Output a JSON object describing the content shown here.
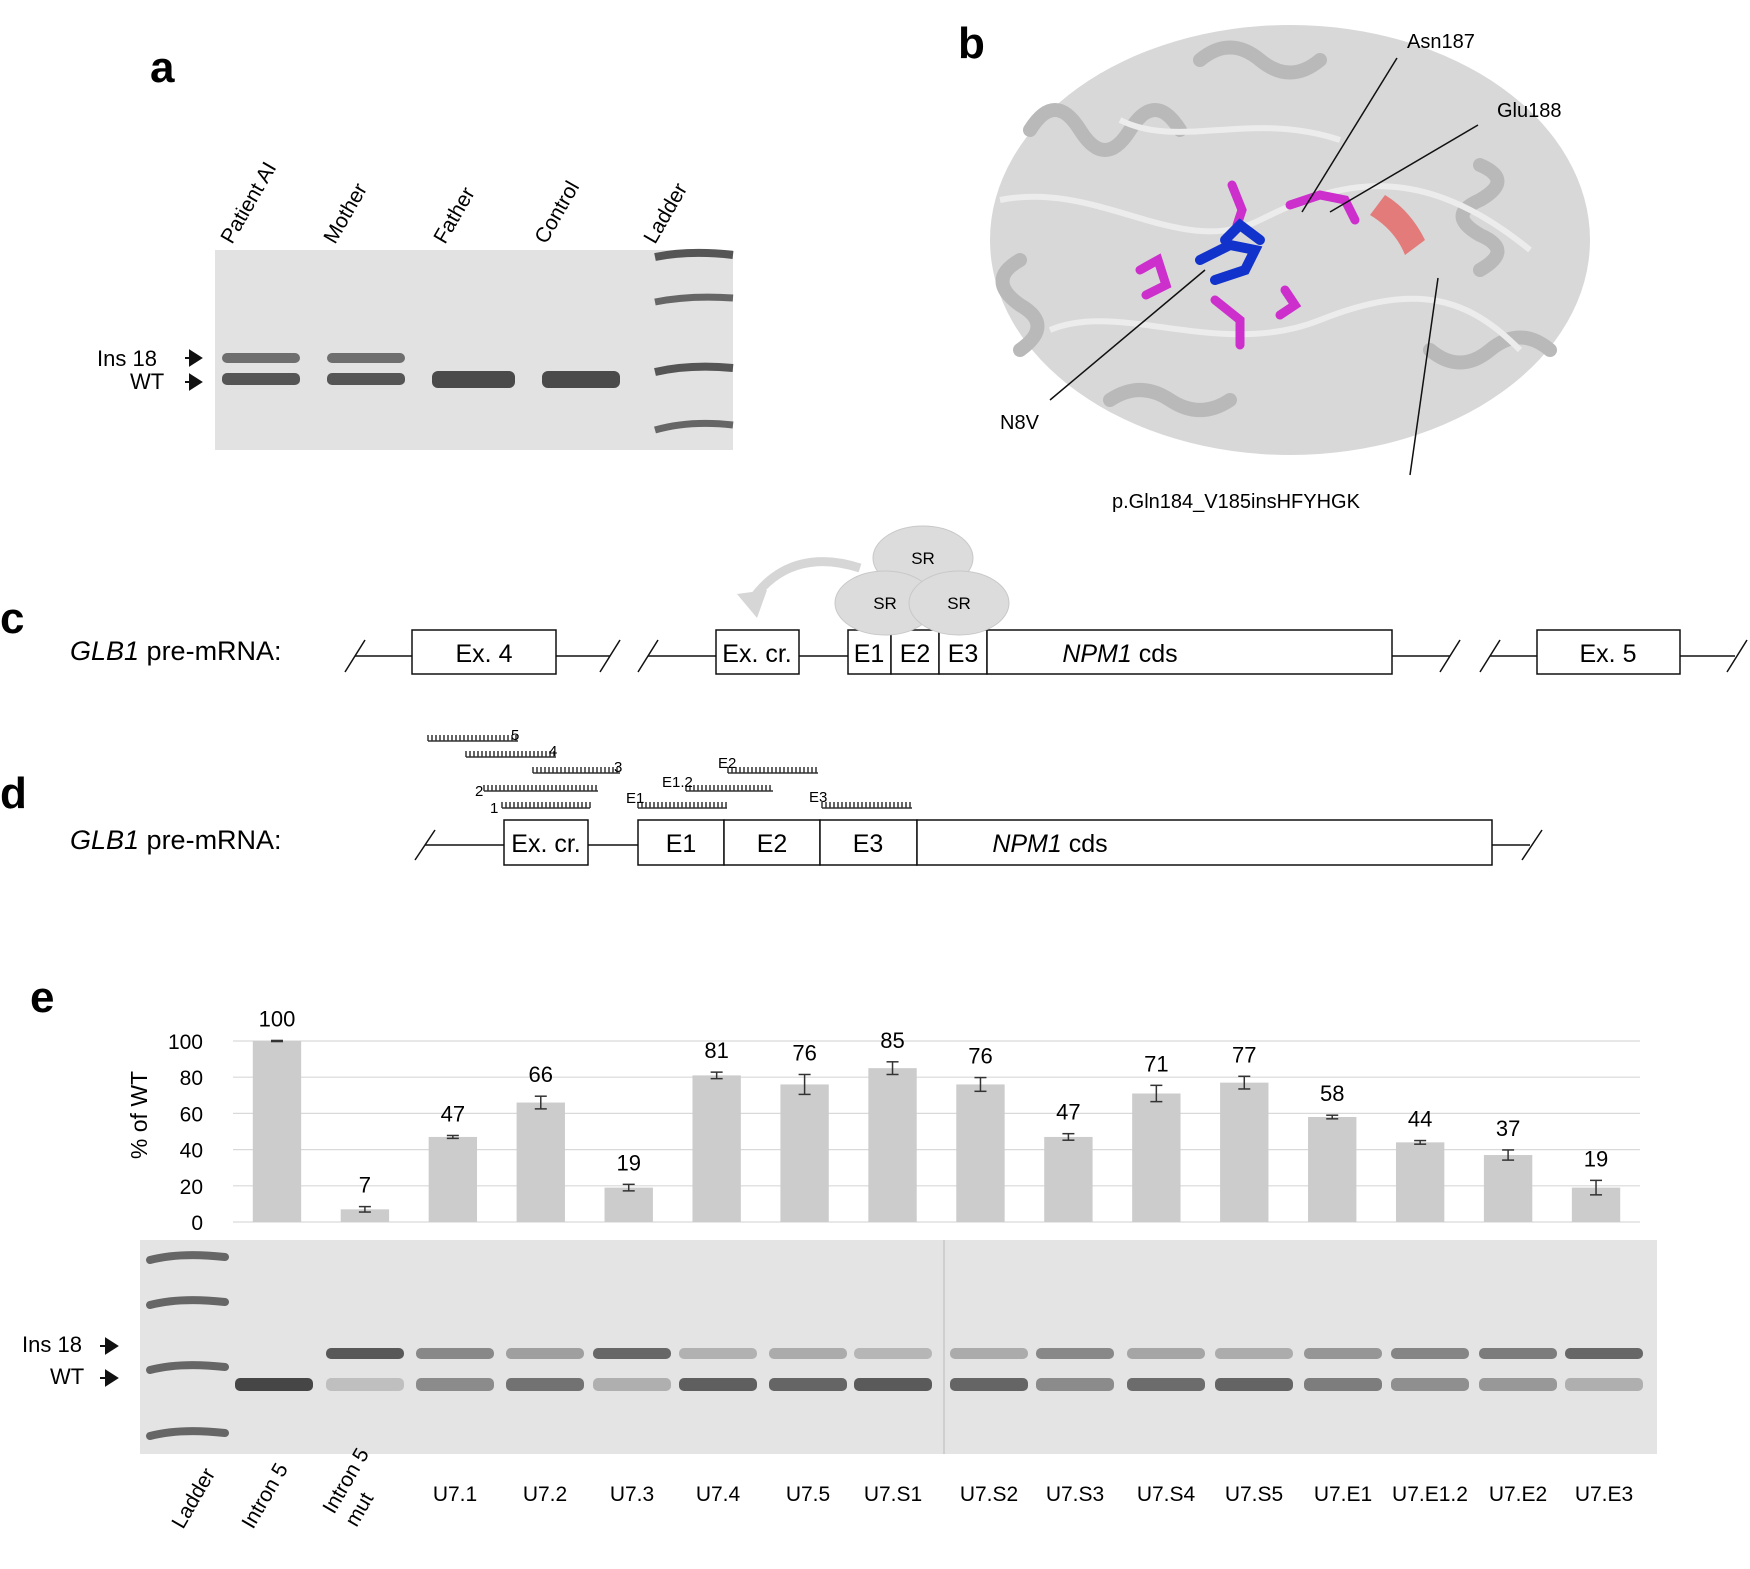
{
  "panel_a": {
    "letter": "a",
    "lanes": [
      "Patient AI",
      "Mother",
      "Father",
      "Control",
      "Ladder"
    ],
    "band_labels": [
      "Ins 18",
      "WT"
    ]
  },
  "panel_b": {
    "letter": "b",
    "labels": {
      "asn": "Asn187",
      "glu": "Glu188",
      "n8v": "N8V",
      "insertion": "p.Gln184_V185insHFYHGK"
    }
  },
  "panel_c": {
    "letter": "c",
    "gene": "GLB1",
    "suffix": " pre-mRNA:",
    "sr": [
      "SR",
      "SR",
      "SR"
    ],
    "boxes": [
      "Ex. 4",
      "Ex. cr.",
      "E1",
      "E2",
      "E3",
      "NPM1",
      " cds",
      "Ex. 5"
    ]
  },
  "panel_d": {
    "letter": "d",
    "gene": "GLB1",
    "suffix": " pre-mRNA:",
    "boxes": [
      "Ex. cr.",
      "E1",
      "E2",
      "E3",
      "NPM1",
      " cds"
    ],
    "oligos": [
      "5",
      "4",
      "3",
      "2",
      "1",
      "E1",
      "E1.2",
      "E2",
      "E3"
    ]
  },
  "panel_e": {
    "letter": "e",
    "band_labels": [
      "Ins 18",
      "WT"
    ],
    "gel_lanes": [
      "Ladder",
      "Intron 5",
      "Intron 5\nmut",
      "U7.1",
      "U7.2",
      "U7.3",
      "U7.4",
      "U7.5",
      "U7.S1",
      "U7.S2",
      "U7.S3",
      "U7.S4",
      "U7.S5",
      "U7.E1",
      "U7.E1.2",
      "U7.E2",
      "U7.E3"
    ]
  },
  "chart_data": {
    "type": "bar",
    "ylabel": "% of WT",
    "xlabel": "",
    "ylim": [
      0,
      100
    ],
    "yticks": [
      0,
      20,
      40,
      60,
      80,
      100
    ],
    "categories": [
      "Intron 5",
      "Intron 5 mut",
      "U7.1",
      "U7.2",
      "U7.3",
      "U7.4",
      "U7.5",
      "U7.S1",
      "U7.S2",
      "U7.S3",
      "U7.S4",
      "U7.S5",
      "U7.E1",
      "U7.E1.2",
      "U7.E2",
      "U7.E3"
    ],
    "values": [
      100,
      7,
      47,
      66,
      19,
      81,
      76,
      85,
      76,
      47,
      71,
      77,
      58,
      44,
      37,
      19
    ],
    "errors": [
      0.3,
      1.5,
      0.8,
      3.5,
      1.8,
      1.8,
      5.5,
      3.5,
      3.8,
      1.8,
      4.5,
      3.5,
      1.0,
      1.0,
      2.8,
      4.0
    ],
    "grid": true,
    "bar_color": "#cccccc"
  }
}
